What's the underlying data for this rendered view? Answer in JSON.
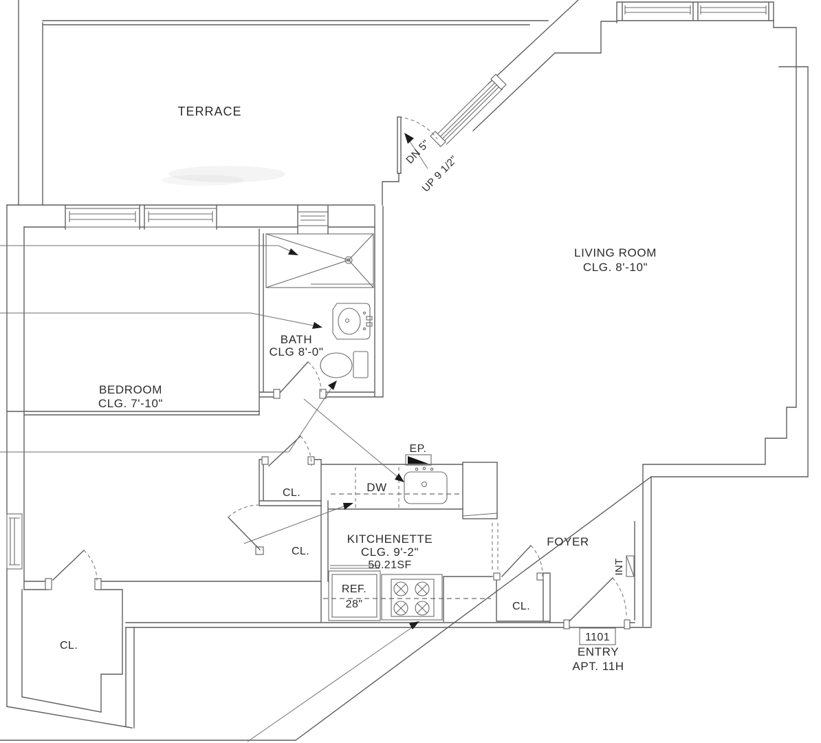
{
  "drawing": {
    "type": "apartment-floor-plan",
    "rooms": {
      "terrace": {
        "name": "TERRACE"
      },
      "living_room": {
        "name": "LIVING ROOM",
        "ceiling": "CLG. 8'-10\""
      },
      "bedroom": {
        "name": "BEDROOM",
        "ceiling": "CLG. 7'-10\""
      },
      "bath": {
        "name": "BATH",
        "ceiling": "CLG 8'-0\""
      },
      "kitchenette": {
        "name": "KITCHENETTE",
        "ceiling": "CLG. 9'-2\"",
        "area": "50.21SF"
      },
      "foyer": {
        "name": "FOYER"
      }
    },
    "closets": {
      "upper": "CL.",
      "lower": "CL.",
      "foyer": "CL.",
      "main": "CL."
    },
    "stairs": {
      "down_label": "DN 5\"",
      "up_label": "UP 9 1/2\""
    },
    "fixtures": {
      "dishwasher": "DW",
      "refrigerator": "REF.",
      "refrigerator_width": "28\"",
      "electrical_panel": "EP."
    },
    "entry": {
      "unit_number": "1101",
      "entry_label": "ENTRY",
      "apartment": "APT. 11H",
      "interior_label": "INT"
    }
  },
  "colors": {
    "background": "#ffffff",
    "wall_line": "#5d5d5d",
    "text": "#2c2c2c",
    "solid_fill": "#141414"
  }
}
